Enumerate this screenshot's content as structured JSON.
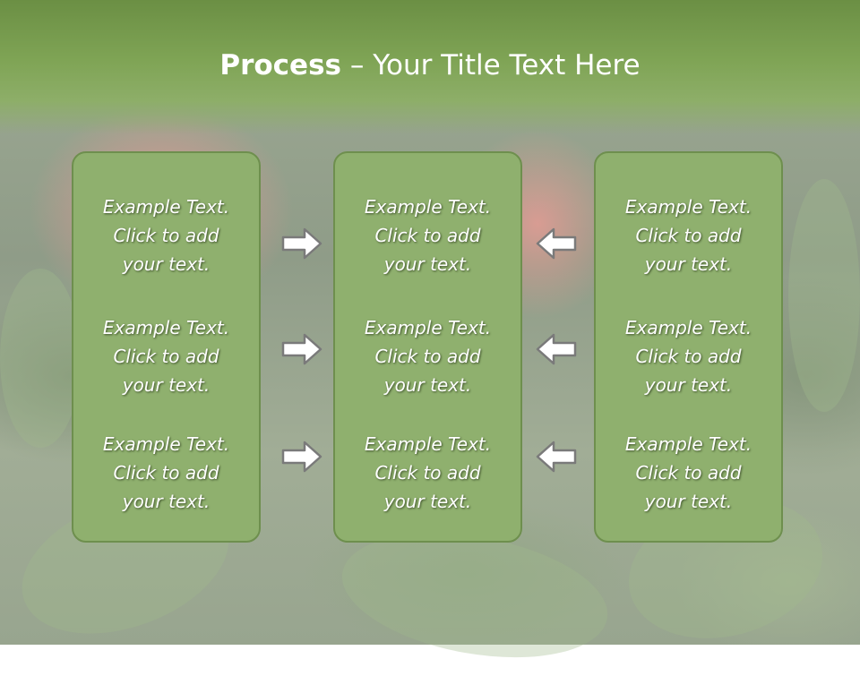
{
  "slide": {
    "title_bold": "Process",
    "title_rest": " – Your Title Text Here"
  },
  "columns": [
    {
      "items": [
        {
          "line1": "Example Text.",
          "line2": "Click  to add",
          "line3": "your text."
        },
        {
          "line1": "Example Text.",
          "line2": "Click  to add",
          "line3": "your text."
        },
        {
          "line1": "Example Text.",
          "line2": "Click  to add",
          "line3": "your text."
        }
      ]
    },
    {
      "items": [
        {
          "line1": "Example Text.",
          "line2": "Click  to add",
          "line3": "your text."
        },
        {
          "line1": "Example Text.",
          "line2": "Click  to add",
          "line3": "your text."
        },
        {
          "line1": "Example Text.",
          "line2": "Click  to add",
          "line3": "your text."
        }
      ]
    },
    {
      "items": [
        {
          "line1": "Example Text.",
          "line2": "Click  to add",
          "line3": "your text."
        },
        {
          "line1": "Example Text.",
          "line2": "Click  to add",
          "line3": "your text."
        },
        {
          "line1": "Example Text.",
          "line2": "Click  to add",
          "line3": "your text."
        }
      ]
    }
  ],
  "arrows": {
    "left_group": [
      "right-arrow-icon",
      "right-arrow-icon",
      "right-arrow-icon"
    ],
    "right_group": [
      "left-arrow-icon",
      "left-arrow-icon",
      "left-arrow-icon"
    ]
  },
  "colors": {
    "title_bar": "#7fa455",
    "box_fill": "#8fb06e",
    "box_border": "#6e8f4e",
    "text": "#ffffff"
  }
}
